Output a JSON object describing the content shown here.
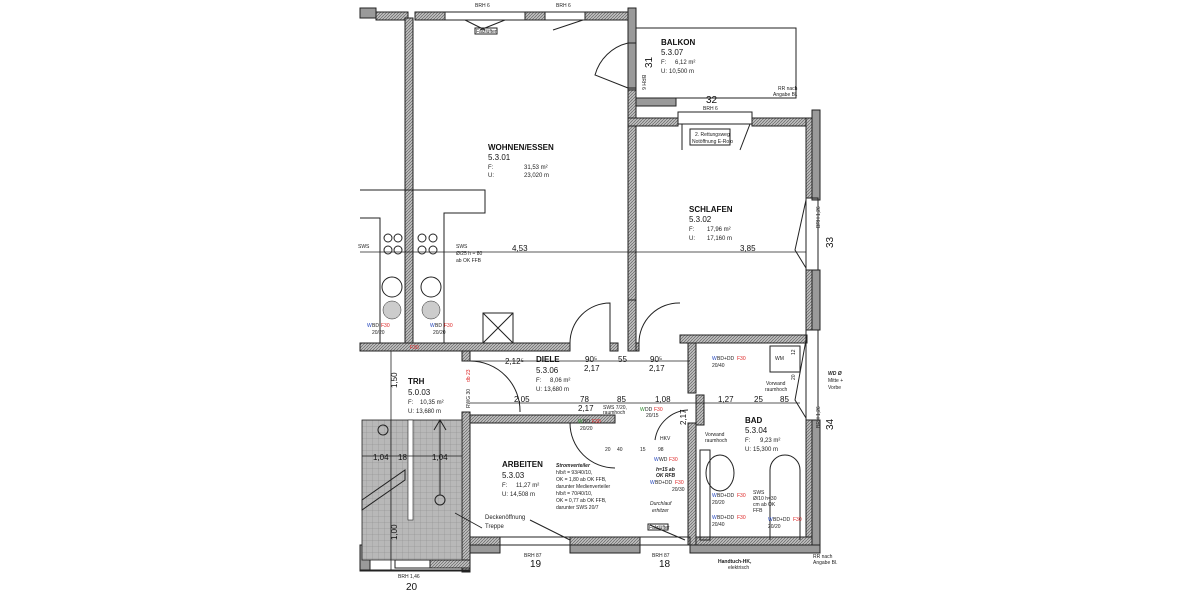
{
  "rooms": {
    "wohnen": {
      "name": "WOHNEN/ESSEN",
      "id": "5.3.01",
      "f_label": "F:",
      "f": "31,53 m²",
      "u_label": "U:",
      "u": "23,020 m"
    },
    "schlafen": {
      "name": "SCHLAFEN",
      "id": "5.3.02",
      "f_label": "F:",
      "f": "17,96 m²",
      "u_label": "U:",
      "u": "17,160 m"
    },
    "arbeiten": {
      "name": "ARBEITEN",
      "id": "5.3.03",
      "f_label": "F:",
      "f": "11,27 m²",
      "u_label": "U:",
      "u": "14,508 m"
    },
    "bad": {
      "name": "BAD",
      "id": "5.3.04",
      "f_label": "F:",
      "f": "9,23 m²",
      "u_label": "U:",
      "u": "15,300 m"
    },
    "diele": {
      "name": "DIELE",
      "id": "5.3.06",
      "f_label": "F:",
      "f": "8,06 m²",
      "u_label": "U:",
      "u": "13,680 m"
    },
    "balkon": {
      "name": "BALKON",
      "id": "5.3.07",
      "f_label": "F:",
      "f": "6,12 m²",
      "u_label": "U:",
      "u": "10,500 m"
    },
    "trh": {
      "name": "TRH",
      "id": "5.0.03",
      "f_label": "F:",
      "f": "10,35 m²",
      "u_label": "U:",
      "u": "13,680 m"
    }
  },
  "windows": [
    {
      "num": "31",
      "brh": "BRH 6"
    },
    {
      "num": "32",
      "brh": "BRH 6"
    },
    {
      "num": "33",
      "brh": "BRH 1,26"
    },
    {
      "num": "34",
      "brh": "BRH 1,26"
    },
    {
      "num": "19",
      "brh": "BRH 87"
    },
    {
      "num": "18",
      "brh": "BRH 87"
    },
    {
      "num": "20",
      "brh": "BRH 1,46"
    },
    {
      "brh_top1": "BRH 6",
      "brh_top2": "BRH 6"
    }
  ],
  "dimensions": {
    "wohnen_width": "4,53",
    "schlafen_width": "3,85",
    "diele_a": "2,12⁵",
    "diele_b": "90⁵",
    "diele_c": "55",
    "diele_d": "90⁵",
    "h217a": "2,17",
    "h217b": "2,17",
    "h217c": "2,17",
    "h217d": "2,17",
    "d205": "2,05",
    "d78": "78",
    "d85": "85",
    "d108": "1,08",
    "d127": "1,27",
    "d25": "25",
    "d85b": "85",
    "trh_150": "1,50",
    "trh_104a": "1,04",
    "trh_18": "18",
    "trh_104b": "1,04",
    "trh_100": "1,00",
    "d20": "20",
    "d40": "40",
    "d15": "15",
    "d98": "98",
    "d12": "12",
    "d20b": "20"
  },
  "annotations": {
    "falzluefter_top": "Falzlüfter",
    "falzluefter_bottom": "Falzlüfter",
    "rettungsweg_1": "2. Rettungsweg",
    "rettungsweg_2": "Notöffnung E-Rolo",
    "rr_top_1": "RR nach",
    "rr_top_2": "Angabe Bl.",
    "rr_bottom_1": "RR nach",
    "rr_bottom_2": "Angabe Bl.",
    "sws_left_1": "SWS",
    "sws_left_2": "Ø/25 h = 80",
    "sws_left_3": "ab OK FFB",
    "sws_far_left": "SWS",
    "deckenoeffnung_1": "Deckenöffnung",
    "deckenoeffnung_2": "Treppe",
    "stromverteiler": [
      "Stromverteiler",
      "h/b/t = 93/40/10,",
      "OK = 1,80 ab OK FFB,",
      "darunter Medienverteiler",
      "h/b/t = 70/40/10,",
      "OK = 0,77 ab OK FFB,",
      "darunter SWS 20/7"
    ],
    "durchlauf_1": "Durchlauf",
    "durchlauf_2": "erhitzer",
    "vorwand_1": "Vorwand",
    "vorwand_2": "raumhoch",
    "handtuch_1": "Handtuch-HK,",
    "handtuch_2": "elektrisch",
    "sws_bad": [
      "SWS",
      "Ø/10 h=30",
      "cm ab OK",
      "FFB"
    ],
    "sws_diele_1": "SWS 7/20,",
    "sws_diele_2": "raumhoch",
    "hkv": "HKV",
    "wm": "WM",
    "wd": "WD Ø",
    "wd_2": "Mitte +",
    "wd_3": "Vorbe",
    "h15_1": "h=15 ab",
    "h15_2": "OK RFB",
    "trh_vert": "RWG 30",
    "trh_red": "db 23",
    "f30": "F30",
    "w_letter": "W",
    "bd": "BD",
    "bd_dd": "BD+DD",
    "wd_label": "WD",
    "dd": "DD",
    "s2020": "20/20",
    "s2040": "20/40",
    "s2015": "20/15",
    "s2030": "20/30"
  },
  "colors": {
    "wall": "#9a9a9a",
    "f30": "#dd2222",
    "w": "#2244bb",
    "green": "#2a8a2a"
  }
}
